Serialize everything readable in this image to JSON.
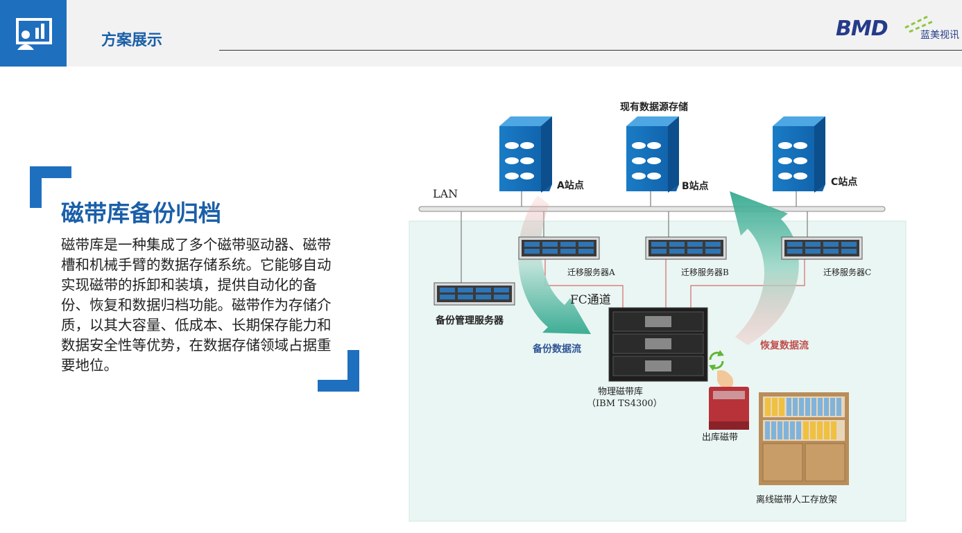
{
  "header": {
    "title": "方案展示",
    "logo_mark": "BMD",
    "logo_sub": "蓝美视讯"
  },
  "section": {
    "title": "磁带库备份归档",
    "body": "磁带库是一种集成了多个磁带驱动器、磁带槽和机械手臂的数据存储系统。它能够自动实现磁带的拆卸和装填，提供自动化的备份、恢复和数据归档功能。磁带作为存储介质，以其大容量、低成本、长期保存能力和数据安全性等优势，在数据存储领域占据重要地位。"
  },
  "diagram": {
    "source_title": "现有数据源存储",
    "lan_label": "LAN",
    "sites": [
      "A站点",
      "B站点",
      "C站点"
    ],
    "migration_servers": [
      "迁移服务器A",
      "迁移服务器B",
      "迁移服务器C"
    ],
    "backup_mgmt_server": "备份管理服务器",
    "fc_label": "FC通道",
    "backup_flow": "备份数据流",
    "restore_flow": "恢复数据流",
    "tape_library_name": "物理磁带库",
    "tape_library_model": "（IBM TS4300）",
    "outbound_tape": "出库磁带",
    "offline_shelf": "离线磁带人工存放架"
  },
  "colors": {
    "brand_blue": "#1f6fbf",
    "title_blue": "#1a5fa8",
    "flow_blue": "#2f5597",
    "flow_red": "#c0504d",
    "zone_fill": "#eaf6f3"
  }
}
